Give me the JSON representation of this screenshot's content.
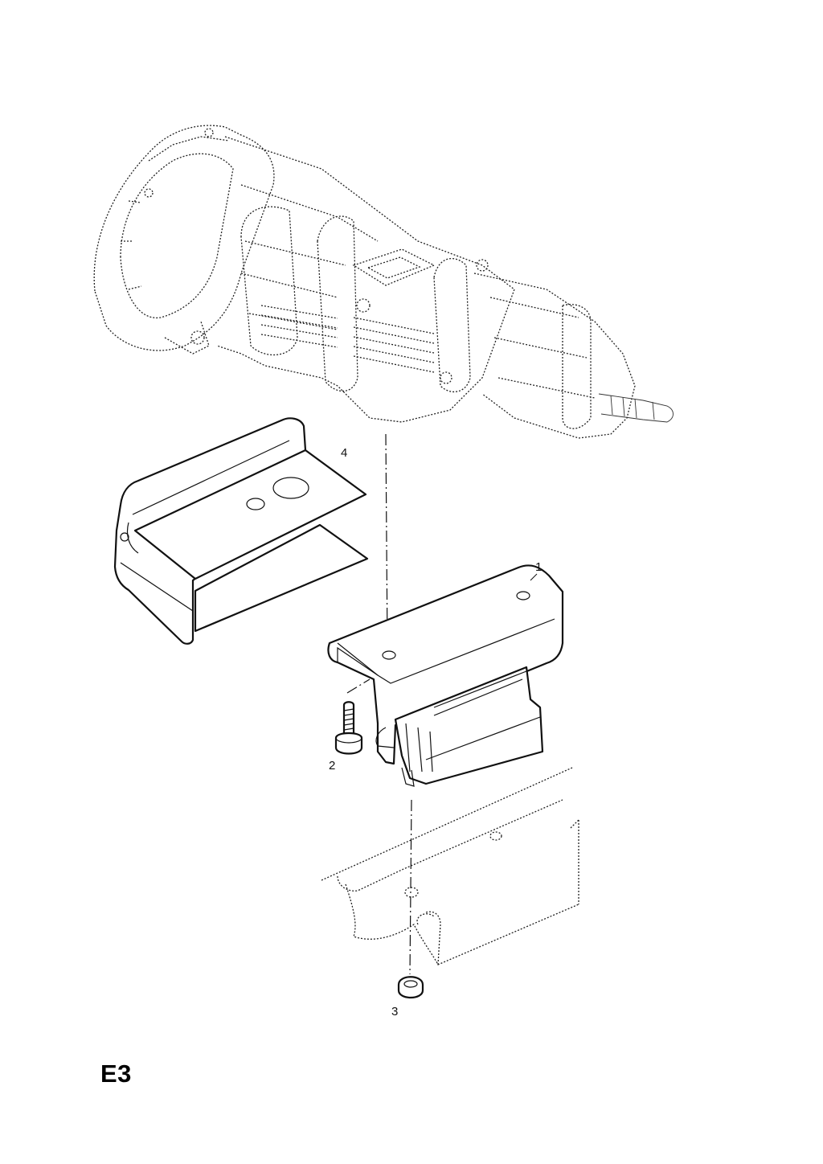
{
  "callouts": {
    "item_1": "1",
    "item_2": "2",
    "item_3": "3",
    "item_4": "4"
  },
  "sheet": {
    "code": "E3"
  }
}
